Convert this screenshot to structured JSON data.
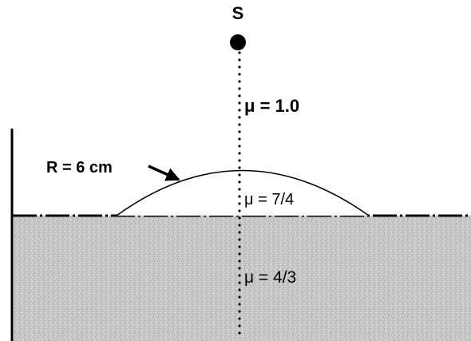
{
  "diagram": {
    "source_label": "S",
    "radius_label": "R = 6 cm",
    "media": [
      {
        "region": "air",
        "label": "μ = 1.0"
      },
      {
        "region": "lens",
        "label": "μ = 7/4"
      },
      {
        "region": "liquid",
        "label": "μ = 4/3"
      }
    ]
  }
}
